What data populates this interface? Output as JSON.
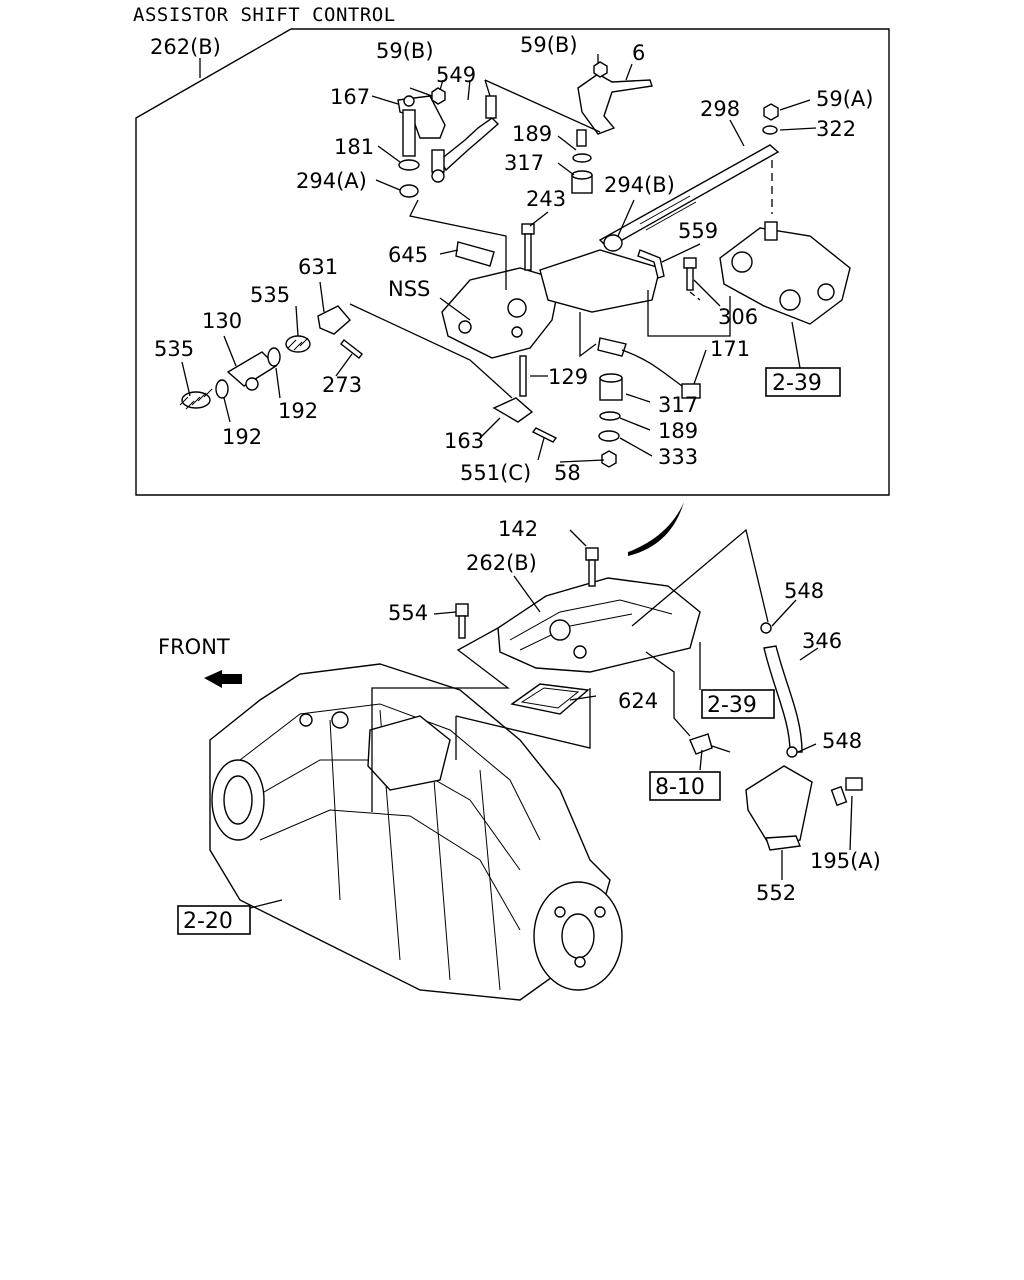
{
  "title": "ASSISTOR SHIFT CONTROL",
  "front_label": "FRONT",
  "parts": {
    "p262b_top": "262(B)",
    "p59b_left": "59(B)",
    "p59b_right": "59(B)",
    "p6": "6",
    "p549": "549",
    "p167": "167",
    "p189_top": "189",
    "p298": "298",
    "p59a": "59(A)",
    "p322": "322",
    "p181": "181",
    "p317_top": "317",
    "p294a": "294(A)",
    "p294b": "294(B)",
    "p243": "243",
    "p559": "559",
    "p645": "645",
    "p631": "631",
    "p535_upper": "535",
    "pNSS": "NSS",
    "p306": "306",
    "p130": "130",
    "p535_lower": "535",
    "p171": "171",
    "p273": "273",
    "p129": "129",
    "p192_right": "192",
    "p192_left": "192",
    "p317_bottom": "317",
    "p163": "163",
    "p189_bottom": "189",
    "p333": "333",
    "p551c": "551(C)",
    "p58": "58",
    "p142": "142",
    "p262b_mid": "262(B)",
    "p548_top": "548",
    "p554": "554",
    "p346": "346",
    "p624": "624",
    "p548_bottom": "548",
    "p195a": "195(A)",
    "p552": "552"
  },
  "refs": {
    "r239_top": "2-39",
    "r239_mid": "2-39",
    "r810": "8-10",
    "r220": "2-20"
  }
}
